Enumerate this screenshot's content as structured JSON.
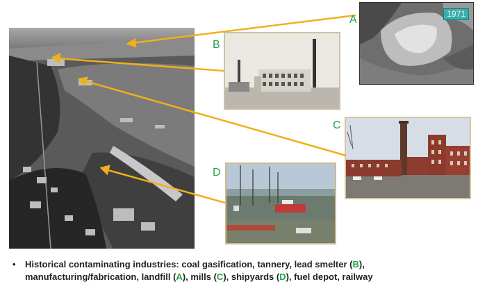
{
  "labels": {
    "a": "A",
    "b": "B",
    "c": "C",
    "d": "D"
  },
  "photo_a_year": "1971",
  "caption": {
    "bullet": "•",
    "line1_text": "Historical contaminating industries: coal gasification, tannery, lead smelter (",
    "line1_b": "B",
    "line1_end": "),",
    "line2_text1": "manufacturing/fabrication, landfill (",
    "line2_a": "A",
    "line2_text2": "), mills (",
    "line2_c": "C",
    "line2_text3": "), shipyards (",
    "line2_d": "D",
    "line2_text4": "), fuel depot, railway"
  },
  "colors": {
    "arrow": "#f0b01a",
    "label": "#22a34a",
    "year_badge": "#35b0ad"
  }
}
